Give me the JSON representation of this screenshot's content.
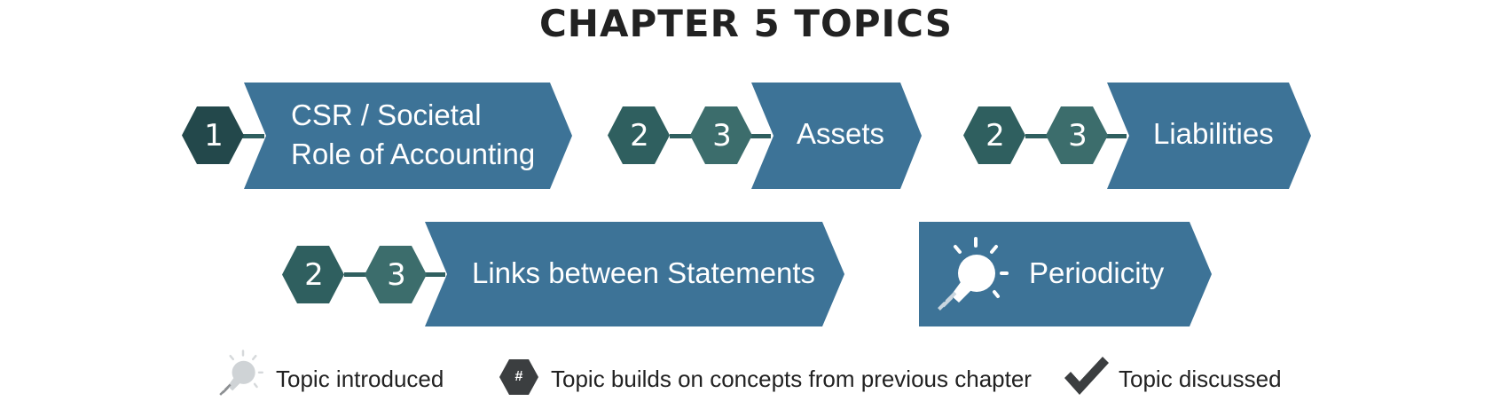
{
  "title": "CHAPTER 5 TOPICS",
  "topics": [
    {
      "label_line1": "CSR / Societal",
      "label_line2": "Role of Accounting",
      "badges": [
        "1"
      ]
    },
    {
      "label": "Assets",
      "badges": [
        "2",
        "3"
      ]
    },
    {
      "label": "Liabilities",
      "badges": [
        "2",
        "3"
      ]
    },
    {
      "label": "Links between Statements",
      "badges": [
        "2",
        "3"
      ]
    },
    {
      "label": "Periodicity",
      "icon": "lightbulb-icon"
    }
  ],
  "legend": {
    "introduced": "Topic introduced",
    "builds": "Topic builds on concepts from previous chapter",
    "builds_symbol": "#",
    "discussed": "Topic discussed"
  },
  "colors": {
    "arrow": "#3d7397",
    "hex_dark": "#23484b",
    "hex_teal": "#2f5f5f",
    "title": "#222222"
  }
}
